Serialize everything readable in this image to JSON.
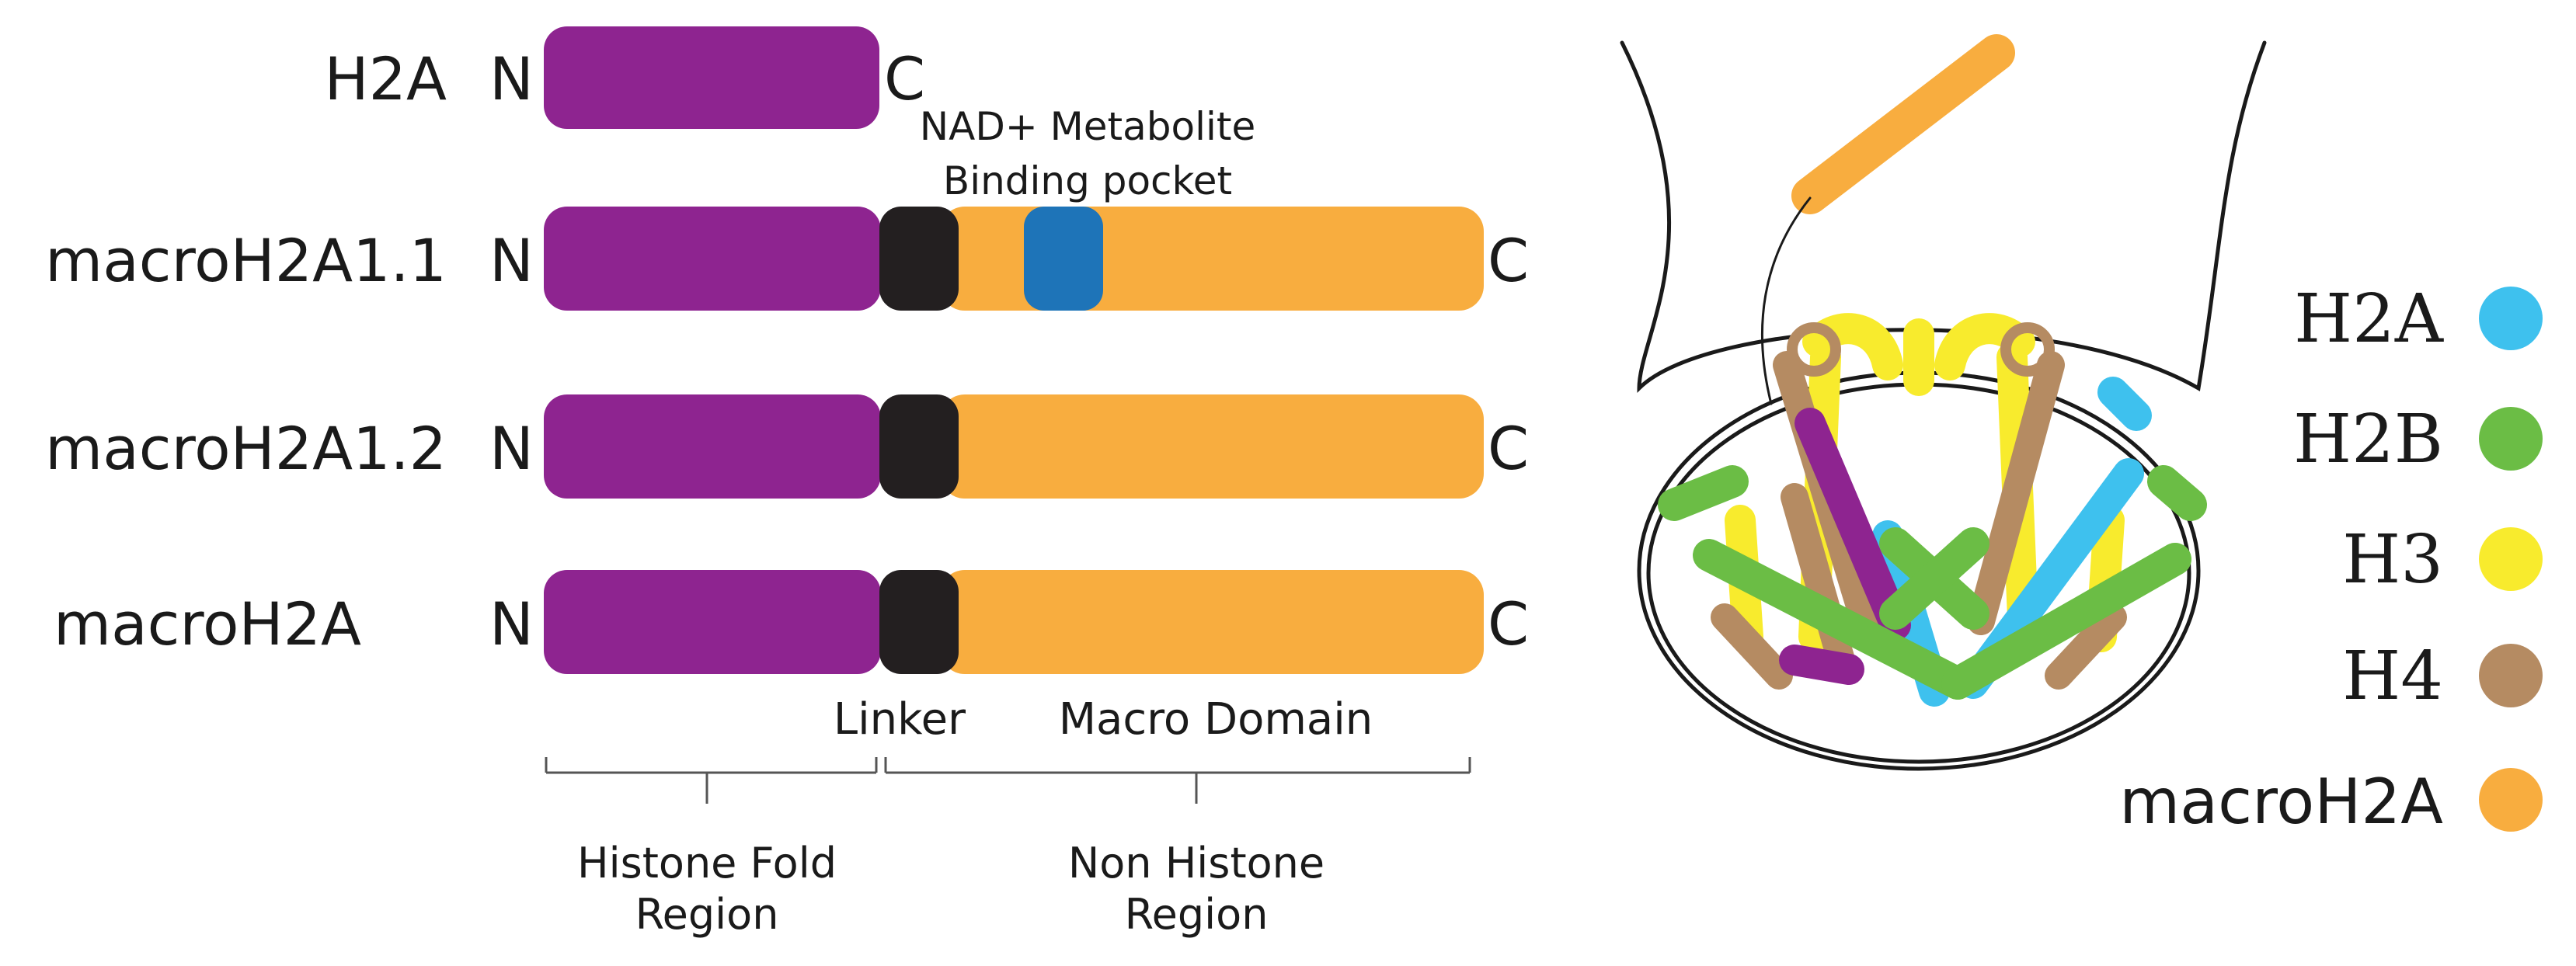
{
  "colors": {
    "histone_fold": "#8E2490",
    "linker": "#231F20",
    "macro": "#F8AD3F",
    "binding_pocket": "#1E74B8",
    "h2a": "#3EC1EE",
    "h2b": "#6BBD45",
    "h3": "#F8EB2D",
    "h4": "#B58B62",
    "macroh2a": "#F8AD3F",
    "outline": "#1a1a1a"
  },
  "proteins": [
    {
      "name": "H2A",
      "n_label": "N",
      "c_label": "C"
    },
    {
      "name": "macroH2A1.1",
      "n_label": "N",
      "c_label": "C"
    },
    {
      "name": "macroH2A1.2",
      "n_label": "N",
      "c_label": "C"
    },
    {
      "name": "macroH2A",
      "n_label": "N",
      "c_label": "C"
    }
  ],
  "annotations": {
    "pocket_line1": "NAD+ Metabolite",
    "pocket_line2": "Binding pocket",
    "linker": "Linker",
    "macro_domain": "Macro Domain",
    "histone_fold_line1": "Histone Fold",
    "histone_fold_line2": "Region",
    "non_histone_line1": "Non Histone",
    "non_histone_line2": "Region"
  },
  "legend": [
    {
      "label": "H2A",
      "color": "#3EC1EE",
      "icon": "h2a-color-dot"
    },
    {
      "label": "H2B",
      "color": "#6BBD45",
      "icon": "h2b-color-dot"
    },
    {
      "label": "H3",
      "color": "#F8EB2D",
      "icon": "h3-color-dot"
    },
    {
      "label": "H4",
      "color": "#B58B62",
      "icon": "h4-color-dot"
    },
    {
      "label": "macroH2A",
      "color": "#F8AD3F",
      "icon": "macroh2a-color-dot"
    }
  ]
}
